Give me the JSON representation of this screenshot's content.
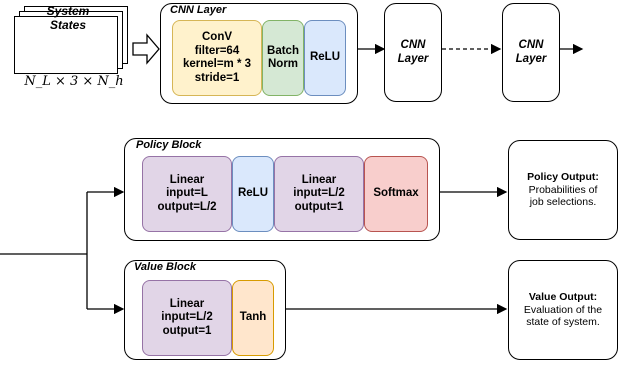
{
  "input": {
    "title_line1": "System",
    "title_line2": "States",
    "dims": "N_L × 3 × N_h"
  },
  "cnn_layer": {
    "title": "CNN Layer",
    "conv": {
      "name": "ConV",
      "filter": "filter=64",
      "kernel": "kernel=m * 3",
      "stride": "stride=1"
    },
    "batch_norm": {
      "line1": "Batch",
      "line2": "Norm"
    },
    "relu": "ReLU"
  },
  "cnn_repeat": [
    {
      "line1": "CNN",
      "line2": "Layer"
    },
    {
      "line1": "CNN",
      "line2": "Layer"
    }
  ],
  "policy_block": {
    "title": "Policy Block",
    "linear1": {
      "name": "Linear",
      "input": "input=L",
      "output": "output=L/2"
    },
    "relu": "ReLU",
    "linear2": {
      "name": "Linear",
      "input": "input=L/2",
      "output": "output=1"
    },
    "softmax": "Softmax"
  },
  "value_block": {
    "title": "Value Block",
    "linear": {
      "name": "Linear",
      "input": "input=L/2",
      "output": "output=1"
    },
    "tanh": "Tanh"
  },
  "policy_output": {
    "title": "Policy Output:",
    "line1": "Probabilities of",
    "line2": "job selections."
  },
  "value_output": {
    "title": "Value Output:",
    "line1": "Evaluation of the",
    "line2": "state of system."
  },
  "colors": {
    "conv": "#fff2cc",
    "batch_norm": "#d5e8d4",
    "relu": "#dae8fc",
    "linear": "#e1d5e7",
    "softmax": "#f8cecc",
    "tanh": "#ffe6cc"
  }
}
